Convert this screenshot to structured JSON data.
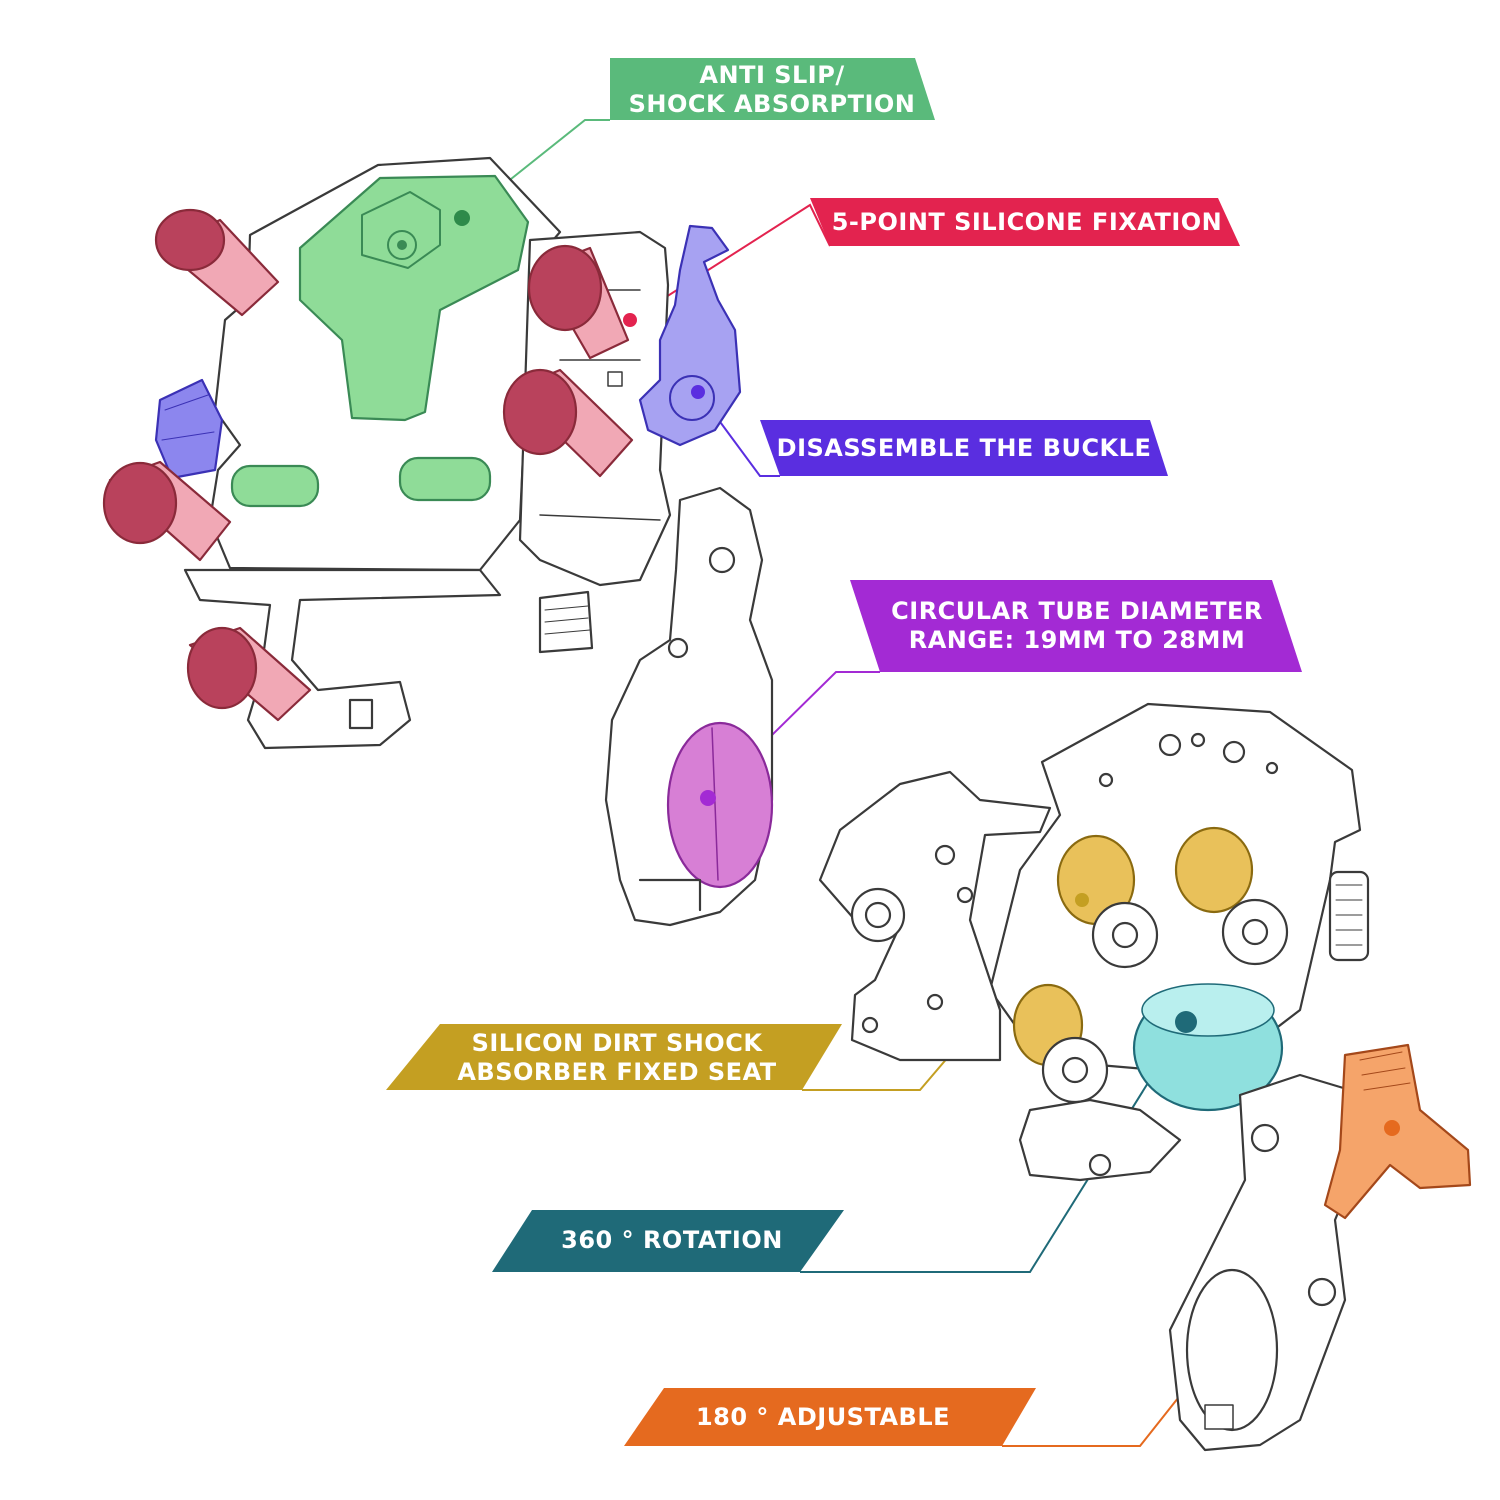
{
  "colors": {
    "green": "#5aba7b",
    "red": "#e3234f",
    "blue": "#5a2ee0",
    "purple": "#a32ad4",
    "gold": "#c49f22",
    "teal": "#1f6a78",
    "orange": "#e56a1f",
    "outline": "#3a3a3a"
  },
  "callouts": [
    {
      "name": "anti-slip",
      "lines": [
        "ANTI SLIP/",
        "SHOCK ABSORPTION"
      ],
      "color": "green"
    },
    {
      "name": "five-point",
      "lines": [
        "5-POINT SILICONE FIXATION"
      ],
      "color": "red"
    },
    {
      "name": "buckle",
      "lines": [
        "DISASSEMBLE THE BUCKLE"
      ],
      "color": "blue"
    },
    {
      "name": "tube-diameter",
      "lines": [
        "CIRCULAR TUBE DIAMETER",
        "RANGE: 19MM TO 28MM"
      ],
      "color": "purple"
    },
    {
      "name": "shock-seat",
      "lines": [
        "SILICON DIRT SHOCK",
        "ABSORBER FIXED SEAT"
      ],
      "color": "gold"
    },
    {
      "name": "rotation",
      "lines": [
        "360 ° ROTATION"
      ],
      "color": "teal"
    },
    {
      "name": "adjustable",
      "lines": [
        "180 ° ADJUSTABLE"
      ],
      "color": "orange"
    }
  ]
}
